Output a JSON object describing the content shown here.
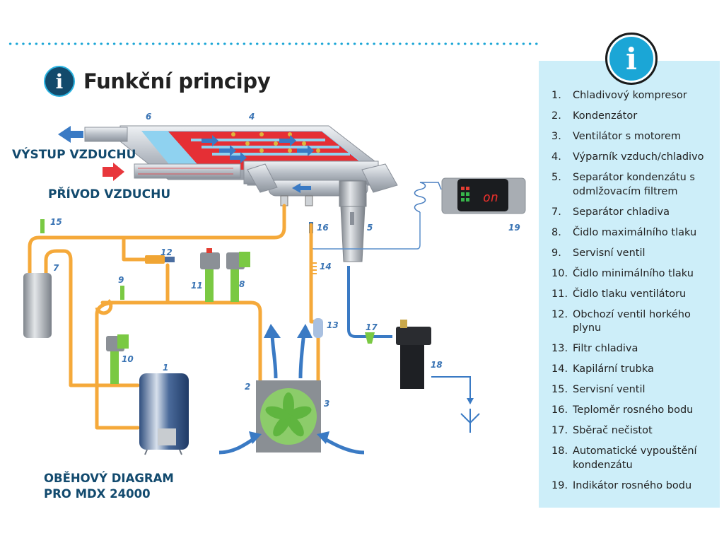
{
  "header": {
    "title": "Funkční principy",
    "info_icon": "info-icon"
  },
  "air_labels": {
    "outlet": "VÝSTUP VZDUCHU",
    "inlet": "PŘÍVOD VZDUCHU"
  },
  "diagram_title": {
    "line1": "OBĚHOVÝ DIAGRAM",
    "line2": "PRO MDX 24000"
  },
  "indicator_display": "on",
  "component_numbers": [
    "1",
    "2",
    "3",
    "4",
    "5",
    "6",
    "7",
    "8",
    "9",
    "10",
    "11",
    "12",
    "13",
    "14",
    "15",
    "16",
    "17",
    "18",
    "19"
  ],
  "legend": {
    "icon": "info-icon",
    "items": [
      {
        "num": "1.",
        "text": "Chladivový kompresor"
      },
      {
        "num": "2.",
        "text": "Kondenzátor"
      },
      {
        "num": "3.",
        "text": "Ventilátor s motorem"
      },
      {
        "num": "4.",
        "text": "Výparník vzduch/chladivo"
      },
      {
        "num": "5.",
        "text": "Separátor kondenzátu s odmlžovacím filtrem"
      },
      {
        "num": "7.",
        "text": "Separátor chladiva"
      },
      {
        "num": "8.",
        "text": "Čidlo maximálního tlaku"
      },
      {
        "num": "9.",
        "text": "Servisní ventil"
      },
      {
        "num": "10.",
        "text": "Čidlo minimálního tlaku"
      },
      {
        "num": "11.",
        "text": "Čidlo tlaku ventilátoru"
      },
      {
        "num": "12.",
        "text": "Obchozí ventil horkého plynu"
      },
      {
        "num": "13.",
        "text": "Filtr chladiva"
      },
      {
        "num": "14.",
        "text": "Kapilární trubka"
      },
      {
        "num": "15.",
        "text": "Servisní ventil"
      },
      {
        "num": "16.",
        "text": "Teploměr rosného bodu"
      },
      {
        "num": "17.",
        "text": "Sběrač nečistot"
      },
      {
        "num": "18.",
        "text": "Automatické vypouštění kondenzátu"
      },
      {
        "num": "19.",
        "text": "Indikátor rosného bodu"
      }
    ]
  },
  "colors": {
    "accent": "#1ba6d6",
    "navy": "#124a6e",
    "refrigerant_pipe": "#f5a93a",
    "air_flow": "#3a7ac4",
    "hot_air": "#e8373c",
    "sensor_green": "#7ac943",
    "legend_bg": "#cdeef9"
  }
}
